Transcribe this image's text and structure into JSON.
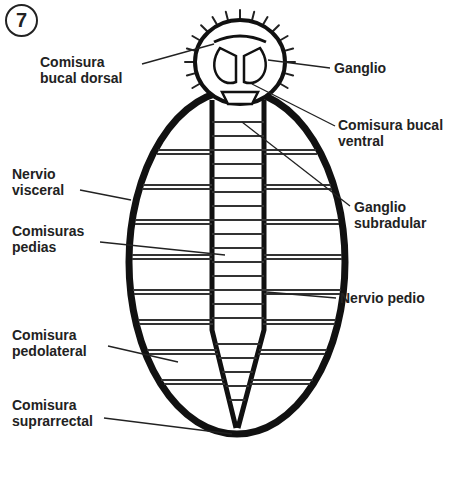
{
  "diagram": {
    "nodes": [
      {
        "text": [
          "7"
        ]
      }
    ],
    "labels": [
      "Comisura bucal dorsal",
      "Ganglio",
      "Comisura bucal ventral",
      "Nervio visceral",
      "Ganglio subradular",
      "Comisuras pedias",
      "Nervio pedio",
      "Comisura pedolateral",
      "Comisura suprarrectal"
    ]
  }
}
